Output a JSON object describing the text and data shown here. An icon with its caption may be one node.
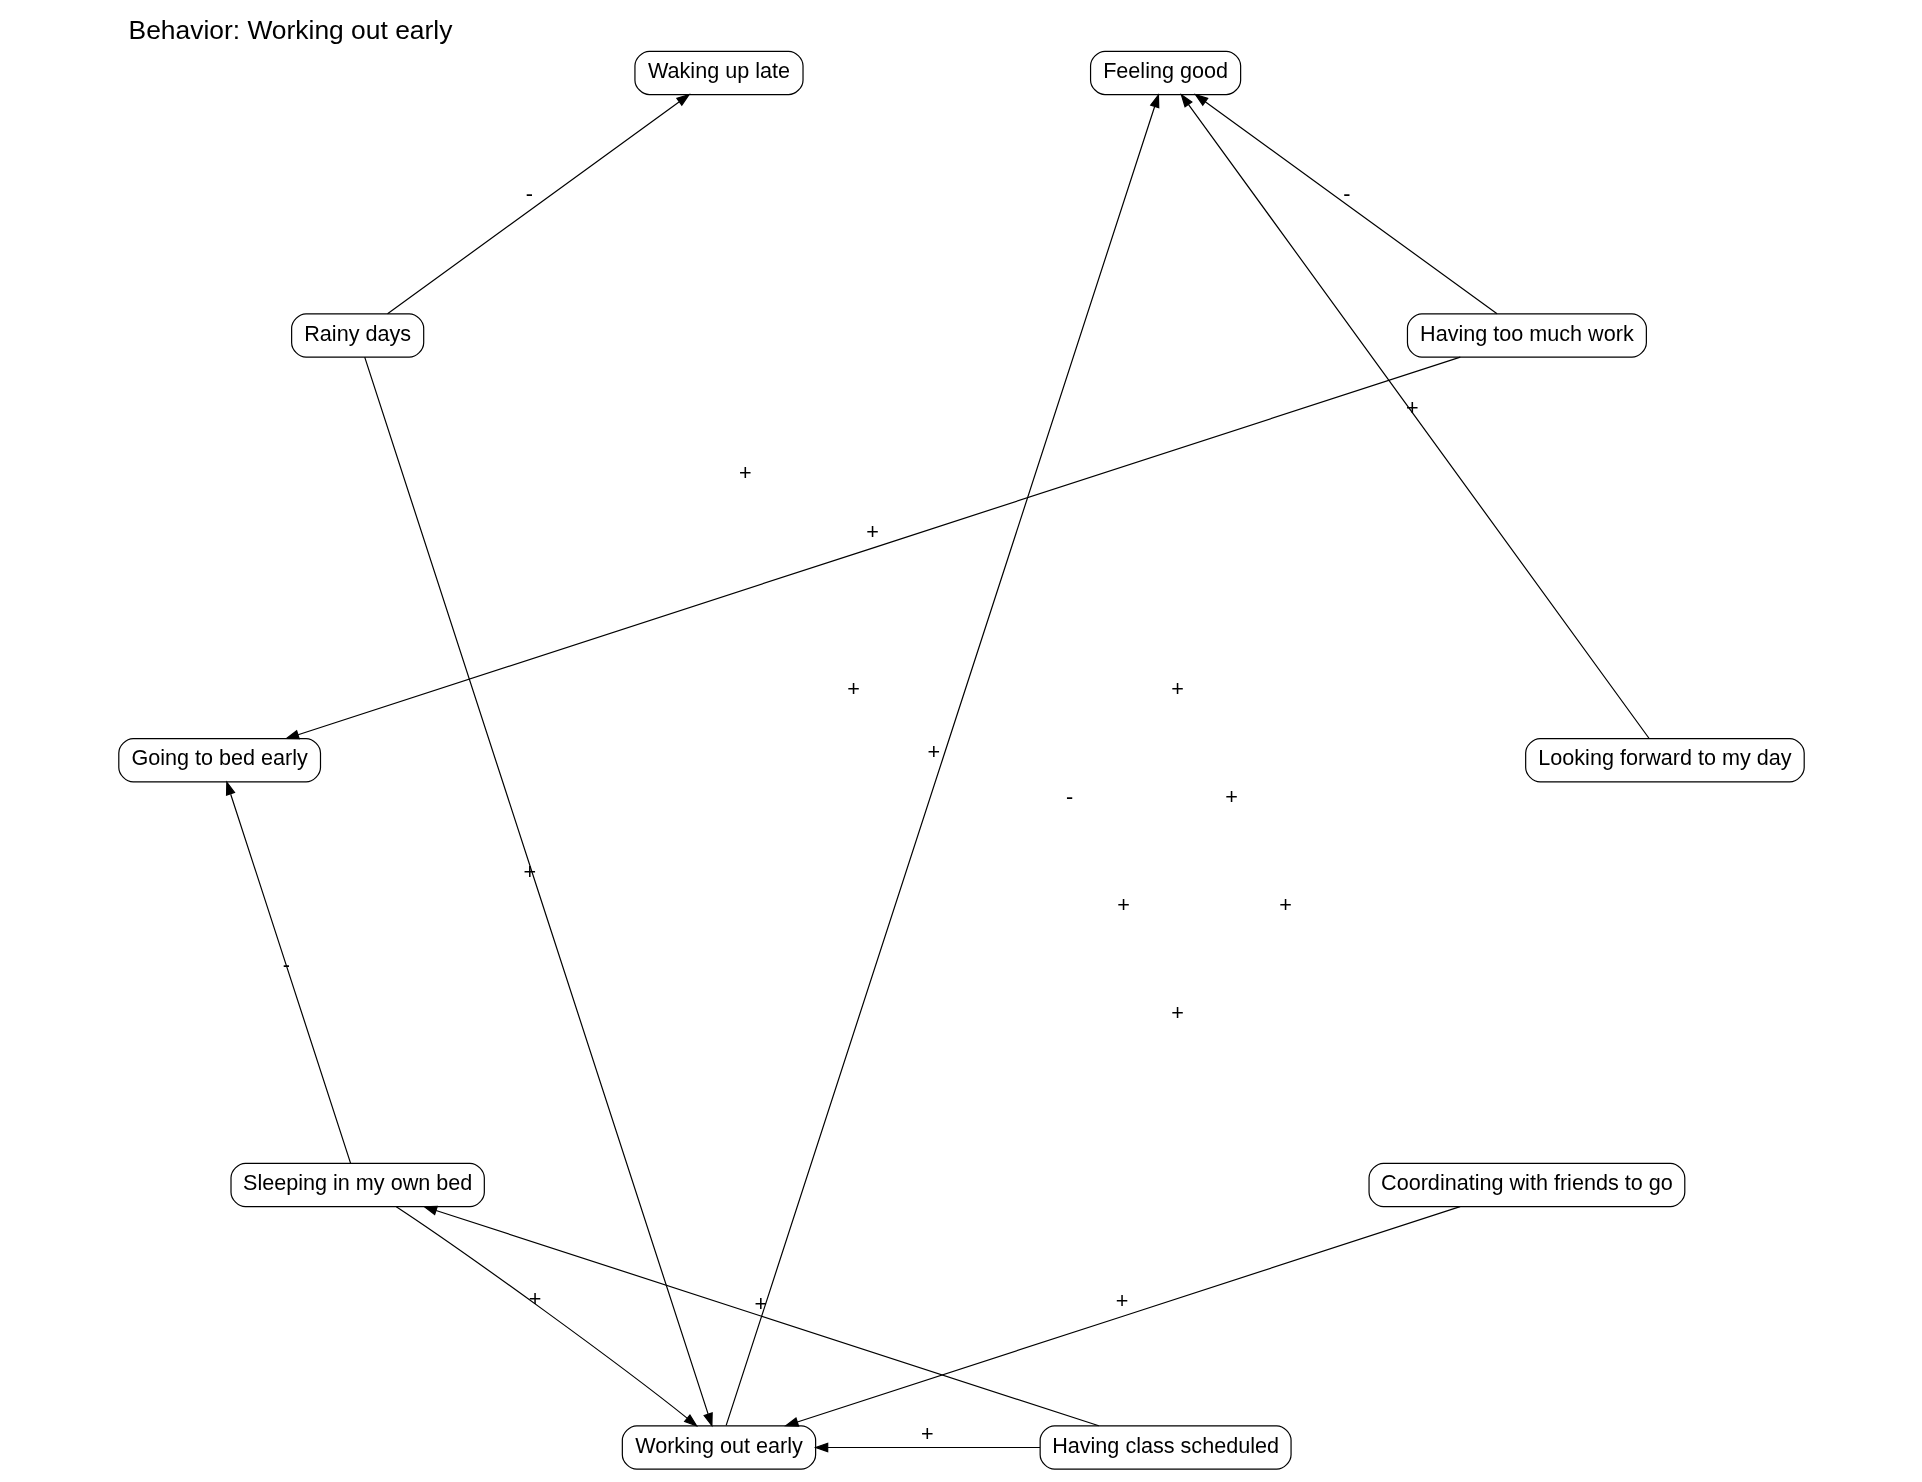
{
  "diagram": {
    "title": "Behavior: Working out early",
    "nodes": [
      {
        "text": [
          "Working out early"
        ]
      },
      {
        "text": [
          "Going to bed early"
        ]
      },
      {
        "text": [
          "Sleeping in my own bed"
        ]
      },
      {
        "text": [
          "Rainy days"
        ]
      },
      {
        "text": [
          "Having too much work"
        ]
      },
      {
        "text": [
          "Feeling good"
        ]
      },
      {
        "text": [
          "Looking forward to my day"
        ]
      },
      {
        "text": [
          "Coordinating with friends to go"
        ]
      },
      {
        "text": [
          "Having class scheduled"
        ]
      },
      {
        "text": [
          "Waking up late"
        ]
      }
    ],
    "edges": [
      {
        "from": 3,
        "to": 0,
        "arrow": "to",
        "label": "+"
      },
      {
        "from": 3,
        "to": 9,
        "arrow": "to",
        "label": "-"
      },
      {
        "from": 0,
        "to": 5,
        "arrow": "to",
        "label": "+"
      },
      {
        "from": 7,
        "to": 0,
        "arrow": "to",
        "label": "+"
      },
      {
        "from": 8,
        "to": 0,
        "arrow": "to",
        "label": "+"
      },
      {
        "from": 2,
        "to": 0,
        "arrow": "to",
        "label": "+"
      },
      {
        "from": 2,
        "to": 1,
        "arrow": "to",
        "label": "-"
      },
      {
        "from": 4,
        "to": 1,
        "arrow": "to",
        "label": "+"
      },
      {
        "from": 4,
        "to": 5,
        "arrow": "to",
        "label": "-"
      },
      {
        "from": 6,
        "to": 5,
        "arrow": "to",
        "label": "+"
      },
      {
        "from": 8,
        "to": 2,
        "arrow": "to",
        "label": "+"
      }
    ],
    "labels": [
      "-",
      "+",
      "+",
      "+",
      "+",
      "+",
      "+",
      "+"
    ]
  }
}
